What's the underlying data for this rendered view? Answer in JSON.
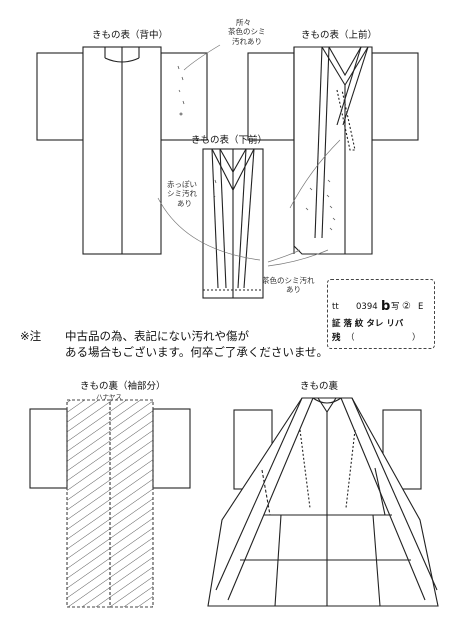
{
  "diagrams": {
    "back": "きもの表（背中）",
    "upper_front": "きもの表（上前）",
    "lower_front": "きもの表（下前）",
    "lining_sleeve": "きもの裏（袖部分）",
    "lining": "きもの裏"
  },
  "handwritten": {
    "stain_top": [
      "所々",
      "茶色のシミ",
      "汚れあり"
    ],
    "stain_left": [
      "赤っぽい",
      "シミ汚れ",
      "あり"
    ],
    "stain_bottom": [
      "茶色のシミ汚れ",
      "あり"
    ],
    "lining_label": "ハナヤス"
  },
  "note": {
    "prefix": "※注",
    "line1": "中古品の為、表記にない汚れや傷が",
    "line2": "ある場合もございます。何卒ご了承くださいませ。"
  },
  "code_box": {
    "tt": "tt",
    "number": "0394",
    "letter": "b",
    "shazen": "写",
    "circled": "②",
    "e": "E",
    "row2": "証 落 紋 タレ リバ",
    "row3_label": "残",
    "row3_paren_open": "（",
    "row3_paren_close": "）"
  }
}
